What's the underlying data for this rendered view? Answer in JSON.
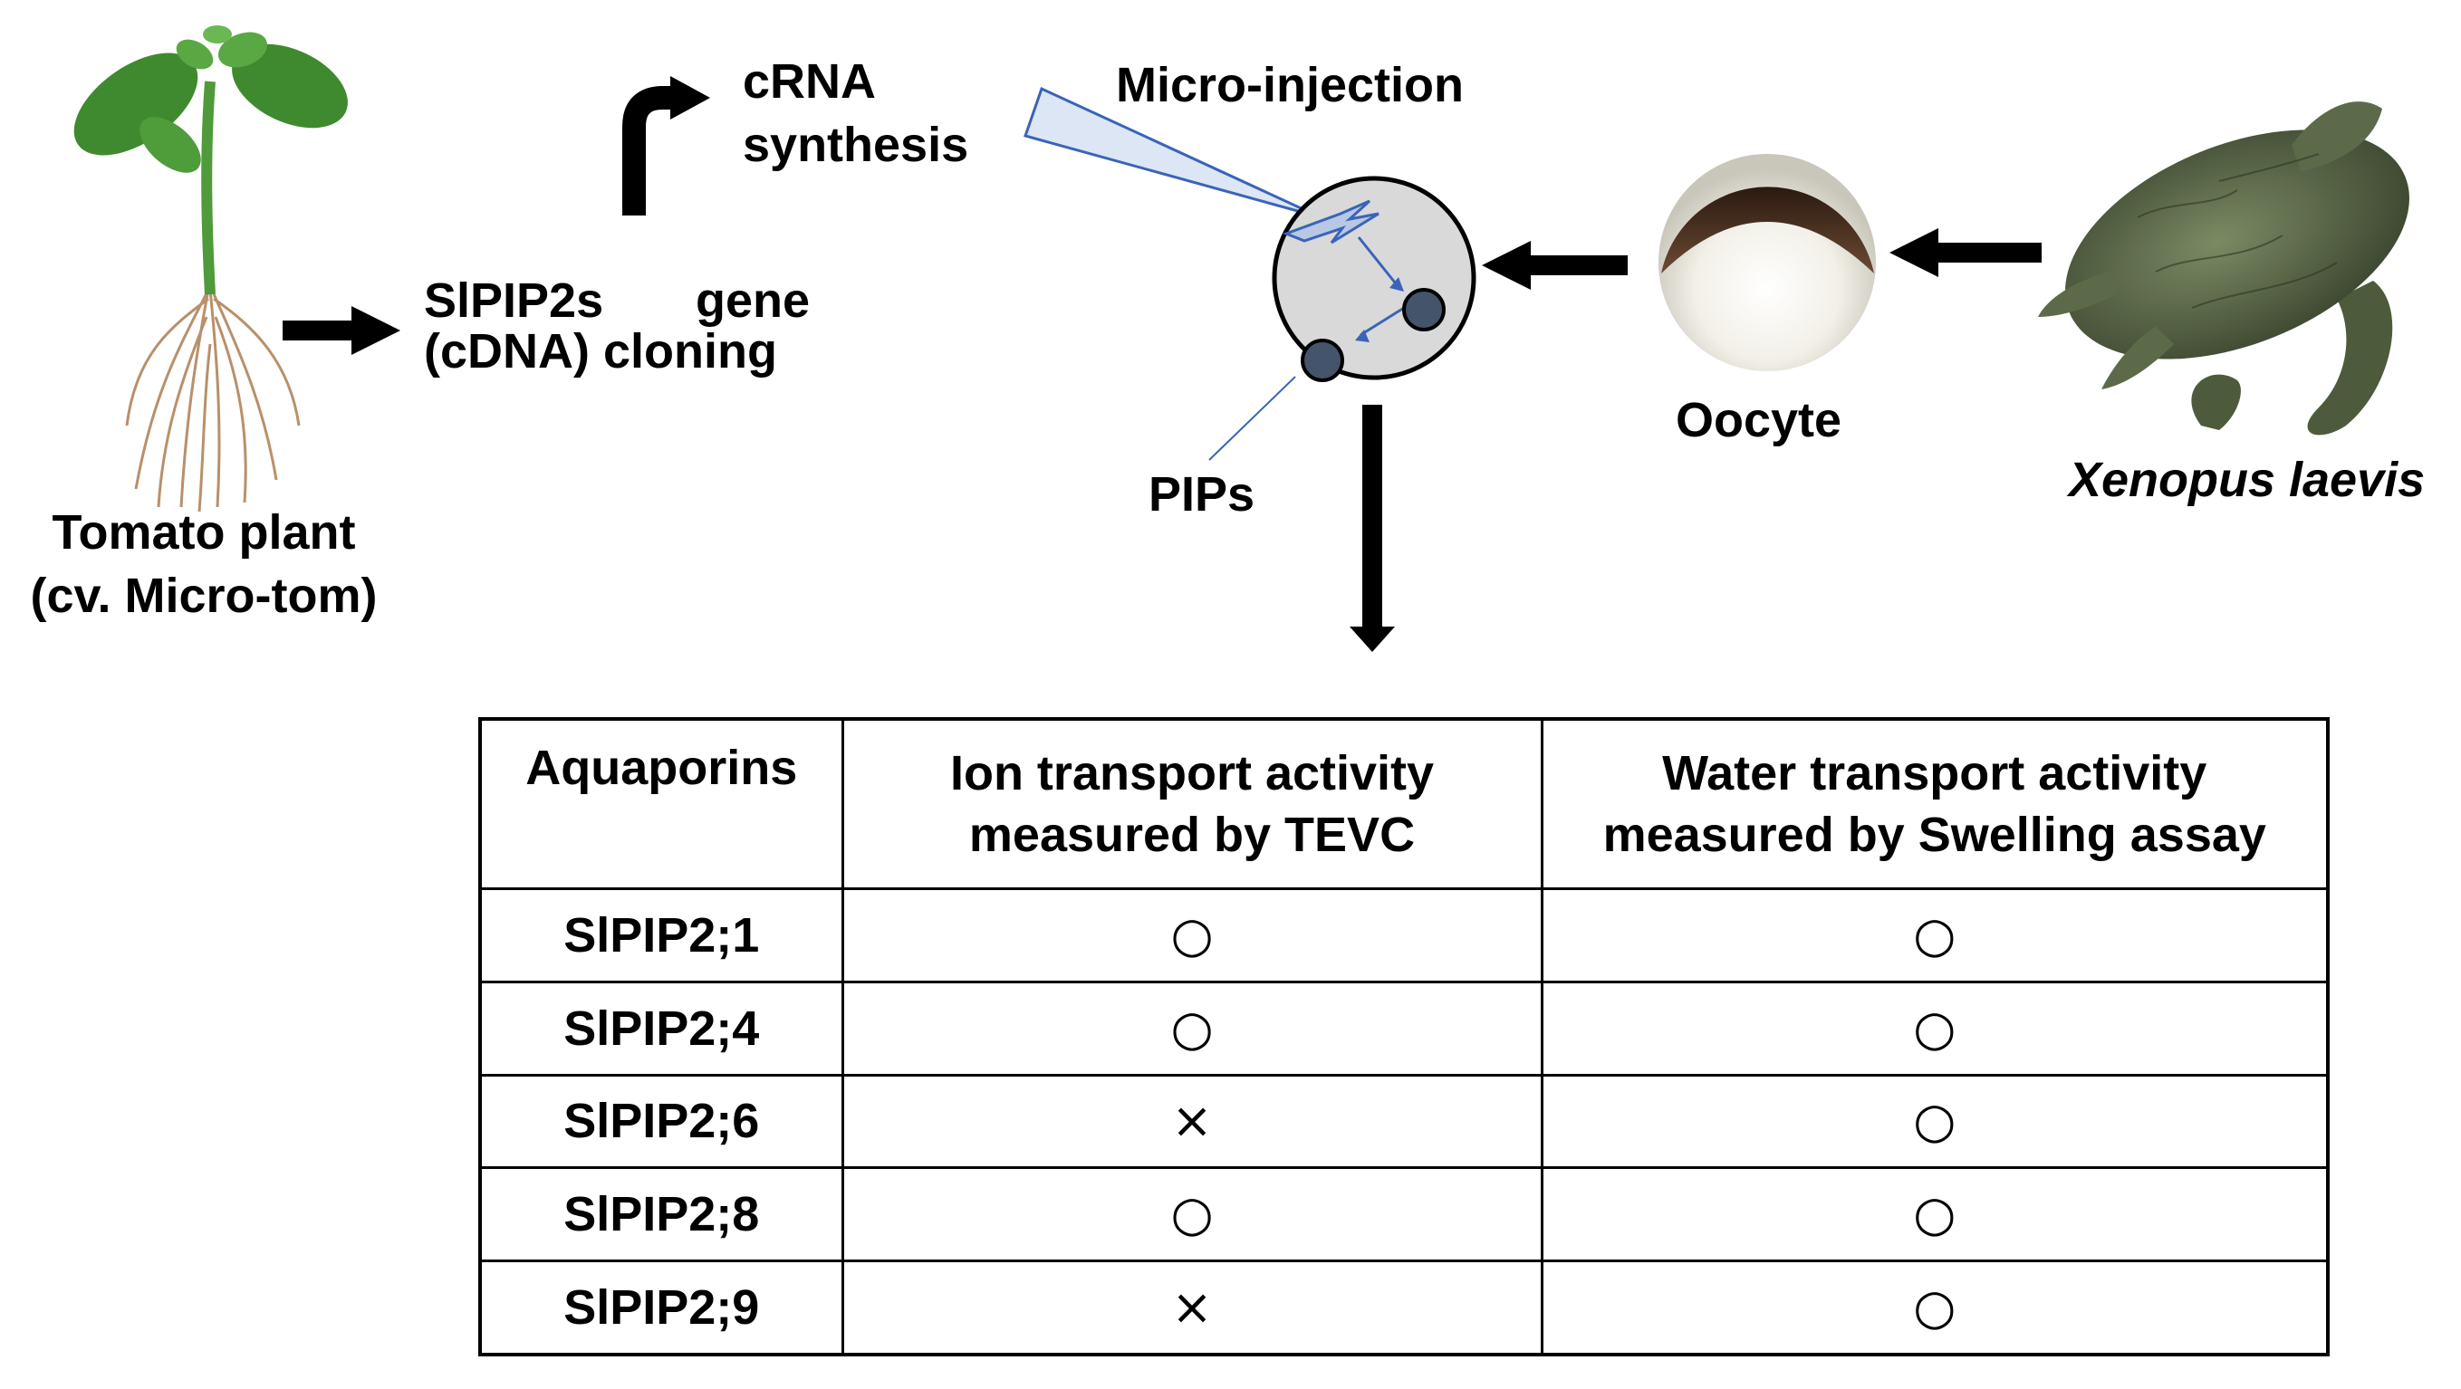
{
  "labels": {
    "tomato_plant": "Tomato plant",
    "cultivar": "(cv. Micro-tom)",
    "gene_line1_a": "SlPIP2s",
    "gene_line1_b": "gene",
    "gene_line2": "(cDNA) cloning",
    "crna_line1": "cRNA",
    "crna_line2": "synthesis",
    "micro_injection": "Micro-injection",
    "pips": "PIPs",
    "oocyte": "Oocyte",
    "xenopus": "Xenopus laevis"
  },
  "table": {
    "headers": {
      "col1": "Aquaporins",
      "col2_line1": "Ion transport activity",
      "col2_line2": "measured by TEVC",
      "col3_line1": "Water transport activity",
      "col3_line2": "measured by Swelling assay"
    },
    "rows": [
      {
        "name": "SlPIP2;1",
        "ion": "○",
        "water": "○"
      },
      {
        "name": "SlPIP2;4",
        "ion": "○",
        "water": "○"
      },
      {
        "name": "SlPIP2;6",
        "ion": "×",
        "water": "○"
      },
      {
        "name": "SlPIP2;8",
        "ion": "○",
        "water": "○"
      },
      {
        "name": "SlPIP2;9",
        "ion": "×",
        "water": "○"
      }
    ]
  },
  "colors": {
    "arrow": "#000000",
    "injection_needle": "#dce6f5",
    "injection_line": "#3a64b8",
    "oocyte_body": "#d9d9d9",
    "pip_dot": "#44546a",
    "egg_cap": "#4a2e1c",
    "frog": "#5c6a4a",
    "plant_green": "#3f8a2e",
    "root": "#b8906a"
  }
}
